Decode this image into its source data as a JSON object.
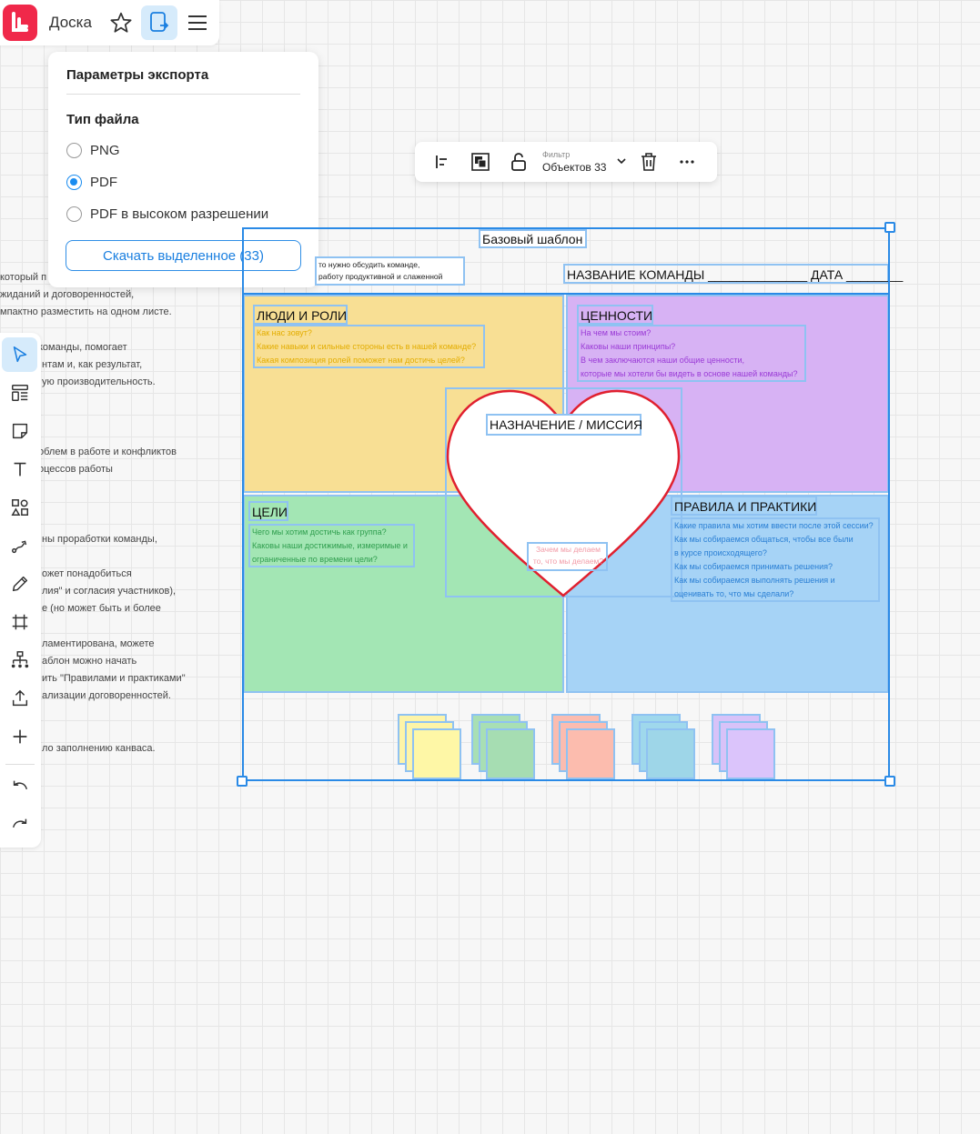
{
  "topbar": {
    "board_title": "Доска"
  },
  "export_panel": {
    "title": "Параметры экспорта",
    "file_type_label": "Тип файла",
    "options": [
      "PNG",
      "PDF",
      "PDF в высоком разрешении"
    ],
    "selected": "PDF",
    "download_label": "Скачать выделенное (33)"
  },
  "selection_toolbar": {
    "filter_label": "Фильтр",
    "filter_value": "Объектов 33"
  },
  "background_text": [
    "который п",
    "жиданий и договоренностей,",
    "мпактно разместить на одном листе.",
    "команды, помогает",
    "нтам и, как результат,",
    "ую производительность.",
    "облем в работе и конфликтов",
    "оцессов работы",
    "ны проработки команды,",
    "ожет понадобиться",
    "лия\" и согласия участников),",
    "е (но может быть и более",
    "ламентирована, можете",
    "аблон можно начать",
    "ить \"Правилами и практиками\"",
    "ализации договоренностей.",
    "ло заполнению канваса."
  ],
  "canvas": {
    "template_title": "Базовый шаблон",
    "intro_line1": "то нужно обсудить команде,",
    "intro_line2": "работу продуктивной и слаженной",
    "team_name": "НАЗВАНИЕ КОМАНДЫ ______________ ДАТА ________",
    "people": {
      "title": "ЛЮДИ И РОЛИ",
      "questions": [
        "Как нас зовут?",
        "Какие навыки и сильные стороны есть в нашей команде?",
        "Какая композиция ролей поможет нам достичь целей?"
      ]
    },
    "values": {
      "title": "ЦЕННОСТИ",
      "questions": [
        "На чем мы стоим?",
        "Каковы наши принципы?",
        "В чем заключаются наши общие ценности,",
        "которые мы хотели бы видеть в основе нашей команды?"
      ]
    },
    "mission": {
      "title": "НАЗНАЧЕНИЕ / МИССИЯ",
      "questions": [
        "Зачем мы делаем",
        "то, что мы делаем?"
      ]
    },
    "goals": {
      "title": "ЦЕЛИ",
      "questions": [
        "Чего мы хотим достичь как группа?",
        "Каковы наши достижимые, измеримые и",
        "ограниченные по времени цели?"
      ]
    },
    "rules": {
      "title": "ПРАВИЛА И ПРАКТИКИ",
      "questions": [
        "Какие правила мы хотим ввести после этой сессии?",
        "Как мы собираемся общаться, чтобы все были",
        "в курсе происходящего?",
        "Как мы собираемся принимать решения?",
        "Как мы собираемся выполнять решения и",
        "оценивать то, что мы сделали?"
      ]
    }
  },
  "colors": {
    "accent": "#2a8ae6",
    "people": "#f8df94",
    "values": "#d7b2f4",
    "goals": "#a3e6b4",
    "rules": "#a6d3f6",
    "heart": "#e0202f"
  }
}
